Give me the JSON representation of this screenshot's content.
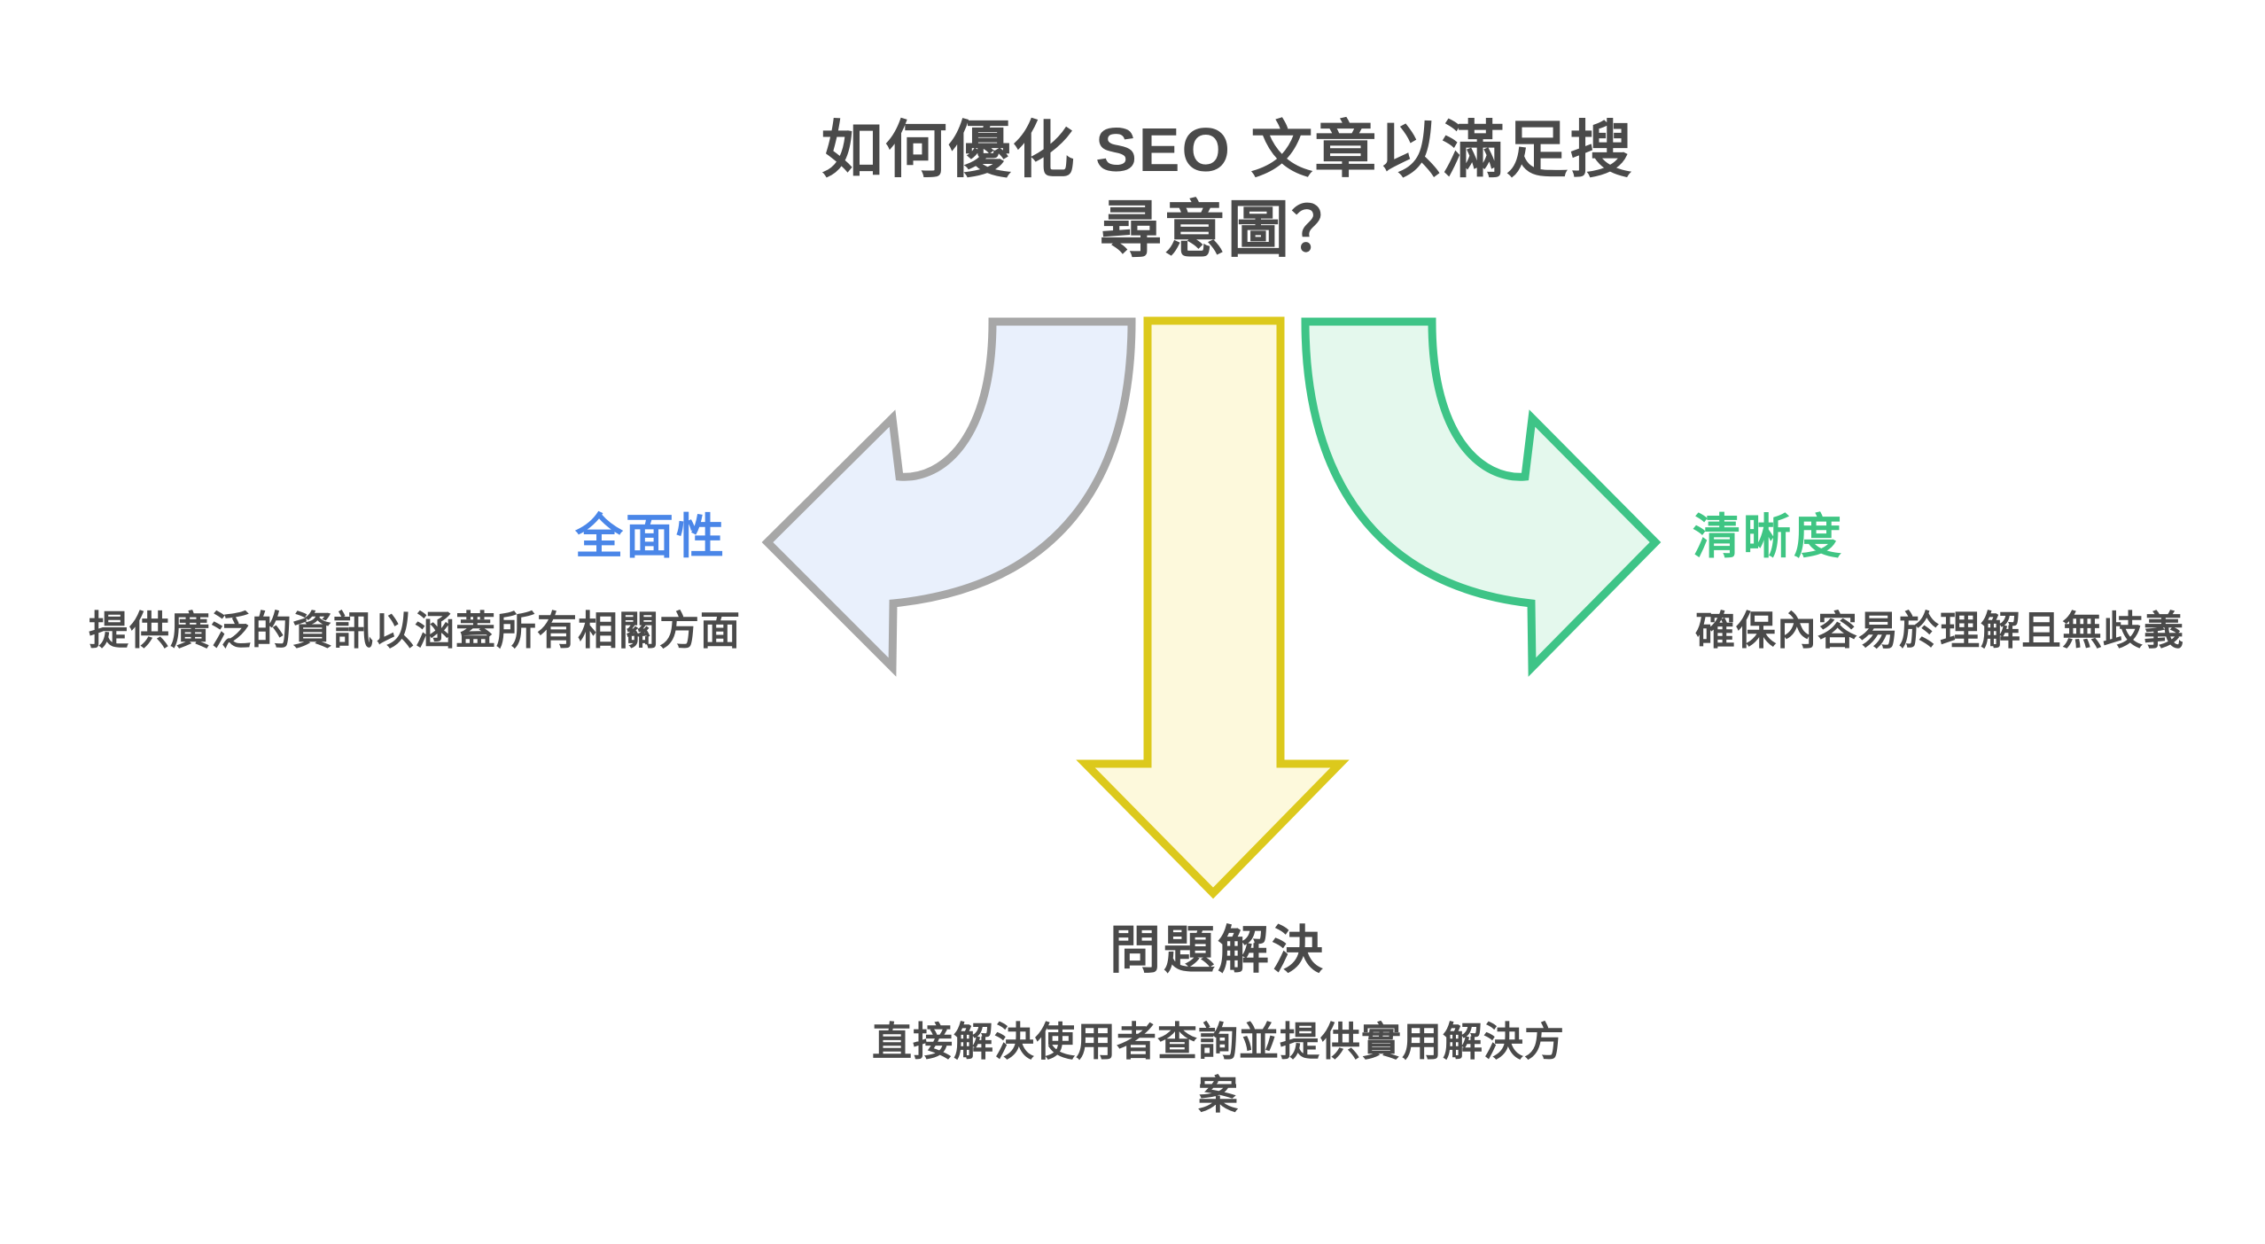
{
  "page": {
    "background": "#ffffff",
    "text_color": "#4a4a4a"
  },
  "title": {
    "full_text": "如何優化 SEO 文章以滿足搜尋意圖？",
    "lines": [
      "如何優化 SEO 文章以滿足搜",
      "尋意圖？"
    ],
    "color": "#4a4a4a"
  },
  "branches": {
    "left": {
      "label": "全面性",
      "label_color": "#4a86e8",
      "description": "提供廣泛的資訊以涵蓋所有相關方面",
      "description_color": "#4a4a4a",
      "arrow_icon": "curved-arrow-pointing-left",
      "arrow": {
        "fill": "#e9f0fc",
        "stroke": "#a7a7a7"
      }
    },
    "center": {
      "label": "問題解決",
      "label_color": "#4a4a4a",
      "description_full_text": "直接解決使用者查詢並提供實用解決方案",
      "description_lines": [
        "直接解決使用者查詢並提供實用解決方",
        "案"
      ],
      "description_color": "#4a4a4a",
      "arrow_icon": "straight-arrow-pointing-down",
      "arrow": {
        "fill": "#fdf9dc",
        "stroke": "#dcc91c"
      }
    },
    "right": {
      "label": "清晰度",
      "label_color": "#3fc583",
      "description": "確保內容易於理解且無歧義",
      "description_color": "#4a4a4a",
      "arrow_icon": "curved-arrow-pointing-right",
      "arrow": {
        "fill": "#e4f8ed",
        "stroke": "#3ec487"
      }
    }
  }
}
